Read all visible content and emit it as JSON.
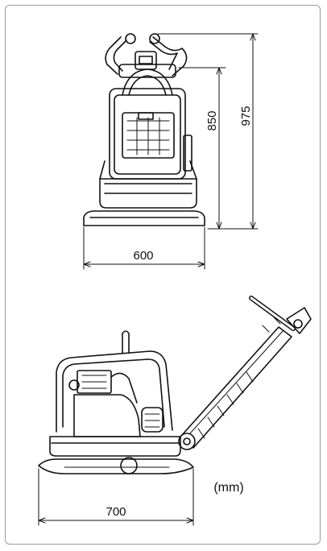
{
  "front_view": {
    "height_label": "850",
    "total_height_label": "975",
    "width_label": "600"
  },
  "side_view": {
    "length_label": "700"
  },
  "unit_label": "(mm)",
  "colors": {
    "line": "#111111",
    "border": "#9a9a9a",
    "background": "#ffffff"
  }
}
